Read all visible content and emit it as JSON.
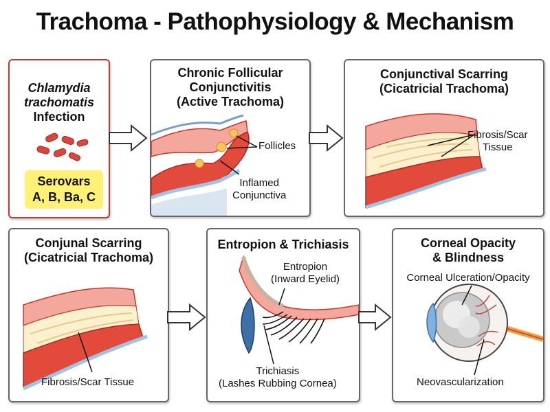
{
  "title": "Trachoma - Pathophysiology & Mechanism",
  "panels": {
    "infection": {
      "title_lines": [
        "Chlamydia",
        "trachomatis",
        "Infection"
      ],
      "serovars_lines": [
        "Serovars",
        "A, B, Ba, C"
      ]
    },
    "follicular": {
      "title_lines": [
        "Chronic Follicular",
        "Conjunctivitis",
        "(Active Trachoma)"
      ],
      "label_follicles": "Follicles",
      "label_inflamed_lines": [
        "Inflamed",
        "Conjunctiva"
      ]
    },
    "scarring1": {
      "title_lines": [
        "Conjunctival Scarring",
        "(Cicatricial Trachoma)"
      ],
      "label_fibrosis_lines": [
        "Fibrosis/Scar",
        "Tissue"
      ]
    },
    "scarring2": {
      "title_lines": [
        "Conjunal Scarring",
        "(Cicatricial Trachoma)"
      ],
      "label_fibrosis": "Fibrosis/Scar Tissue"
    },
    "entropion": {
      "title_lines": [
        "Entropion & Trichiasis"
      ],
      "label_entropion_lines": [
        "Entropion",
        "(Inward Eyelid)"
      ],
      "label_trichiasis_lines": [
        "Trichiasis",
        "(Lashes Rubbing Cornea)"
      ]
    },
    "corneal": {
      "title_lines": [
        "Corneal Opacity",
        "& Blindness"
      ],
      "label_ulceration": "Corneal Ulceration/Opacity",
      "label_neovasc": "Neovascularization"
    }
  },
  "colors": {
    "tissue_red": "#e24b3b",
    "tissue_pink": "#f4a79d",
    "scar_cream": "#fbf1cf",
    "sclera_blue": "#9ec3e6",
    "highlight_yellow": "#fff176",
    "border_red": "#c0392b"
  }
}
